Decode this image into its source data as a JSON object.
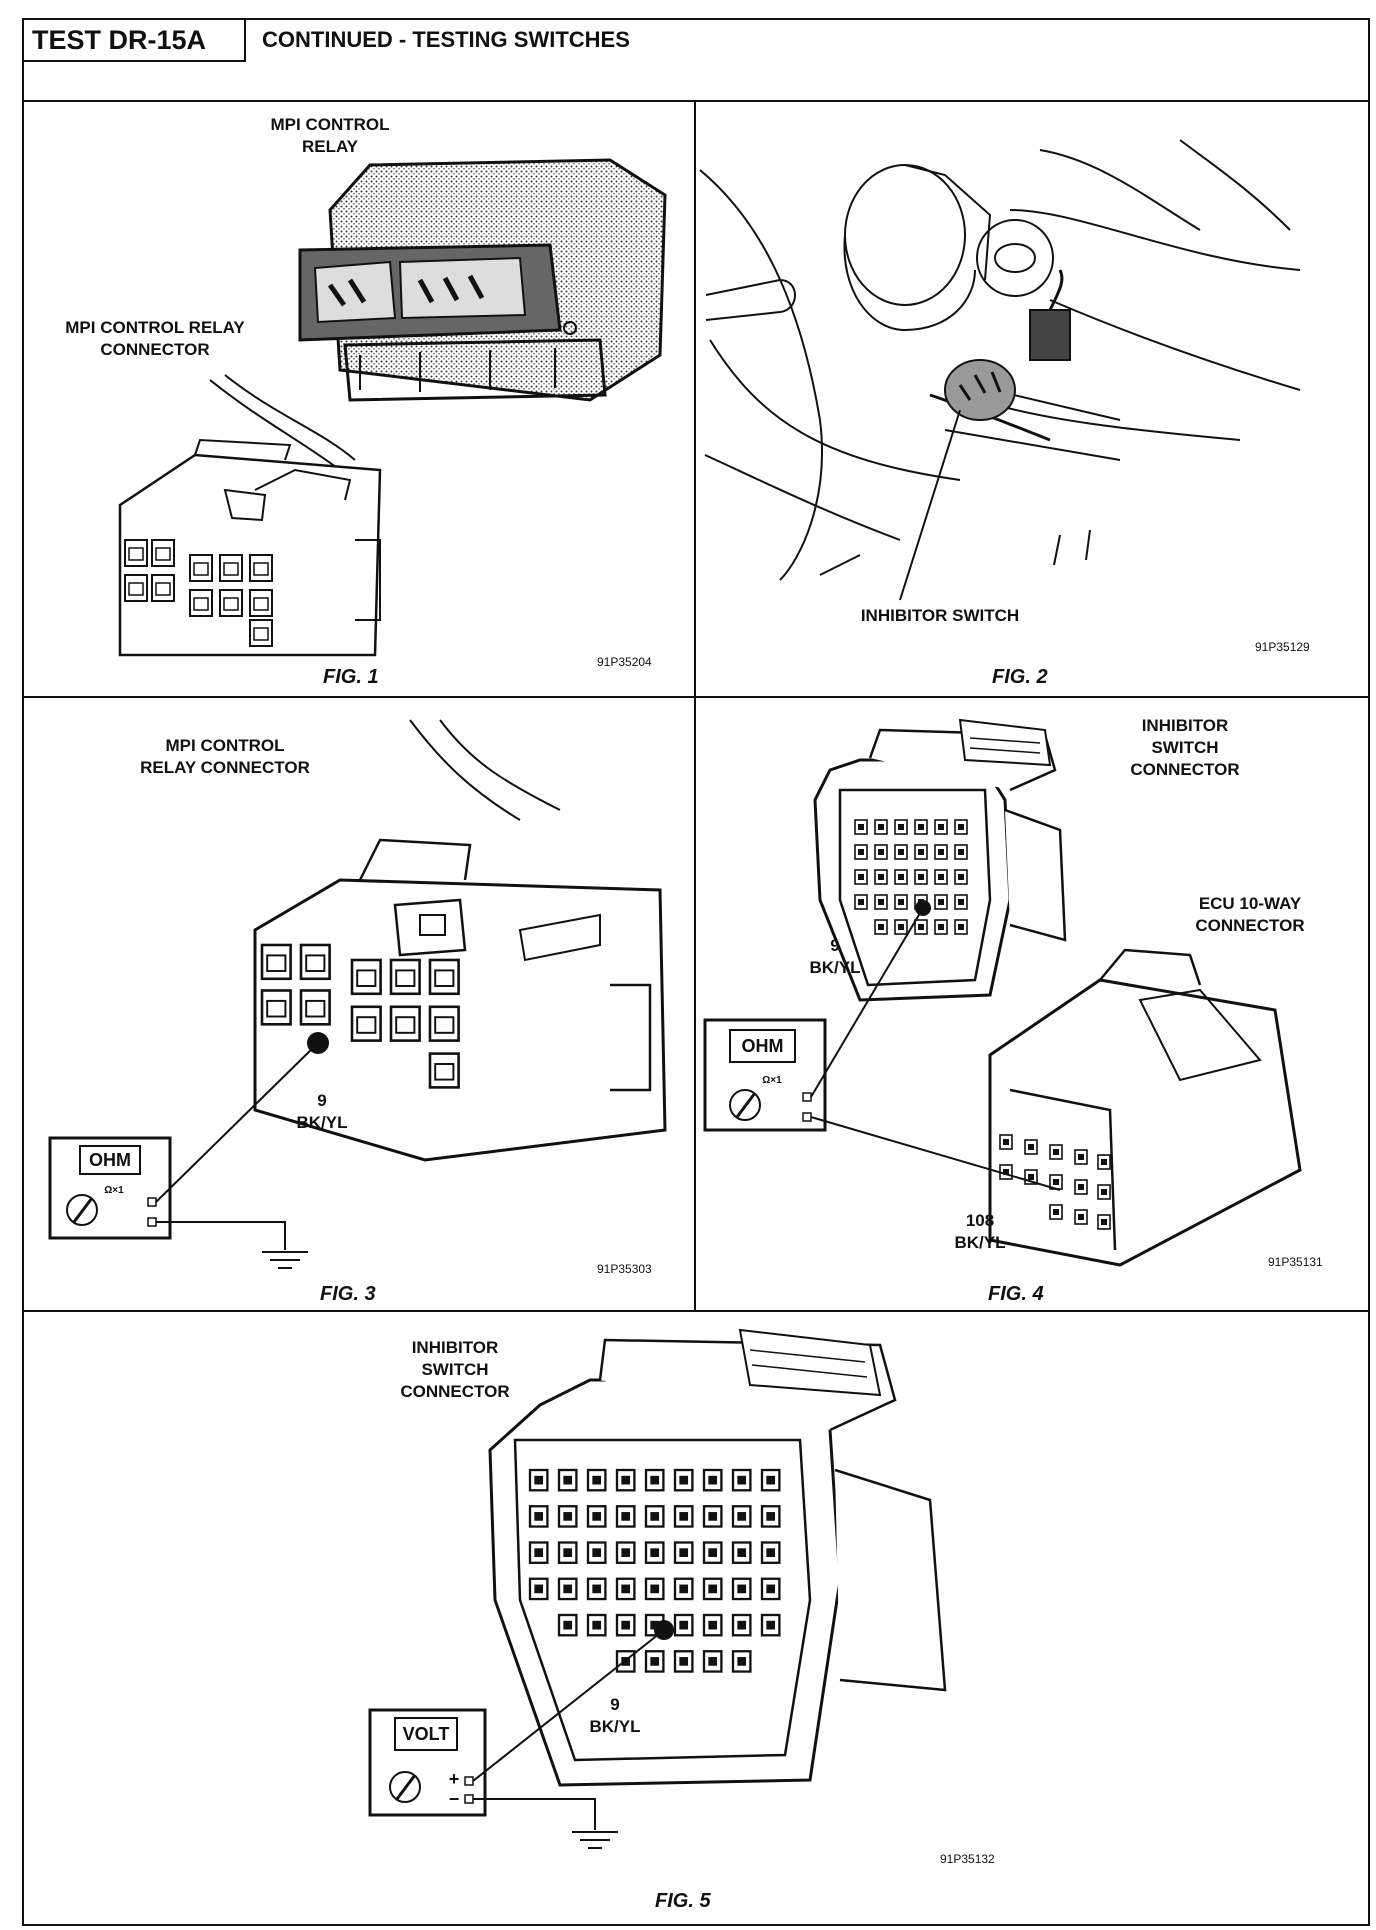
{
  "header": {
    "test_id": "TEST DR-15A",
    "title": "CONTINUED - TESTING SWITCHES"
  },
  "panels": {
    "fig1": {
      "caption": "FIG. 1",
      "code": "91P35204",
      "relay_label": "MPI CONTROL\nRELAY",
      "connector_label": "MPI CONTROL RELAY\nCONNECTOR"
    },
    "fig2": {
      "caption": "FIG. 2",
      "code": "91P35129",
      "switch_label": "INHIBITOR SWITCH"
    },
    "fig3": {
      "caption": "FIG. 3",
      "code": "91P35303",
      "connector_label": "MPI CONTROL\nRELAY CONNECTOR",
      "pin_label": "9\nBK/YL",
      "meter_text": "OHM",
      "range_text": "Ω×1"
    },
    "fig4": {
      "caption": "FIG. 4",
      "code": "91P35131",
      "switch_connector_label": "INHIBITOR\nSWITCH\nCONNECTOR",
      "ecu_connector_label": "ECU 10-WAY\nCONNECTOR",
      "pin_label": "9\nBK/YL",
      "ecu_pin_label": "108\nBK/YL",
      "meter_text": "OHM",
      "range_text": "Ω×1"
    },
    "fig5": {
      "caption": "FIG. 5",
      "code": "91P35132",
      "connector_label": "INHIBITOR\nSWITCH\nCONNECTOR",
      "pin_label": "9\nBK/YL",
      "meter_text": "VOLT",
      "plus": "+",
      "minus": "−"
    }
  }
}
